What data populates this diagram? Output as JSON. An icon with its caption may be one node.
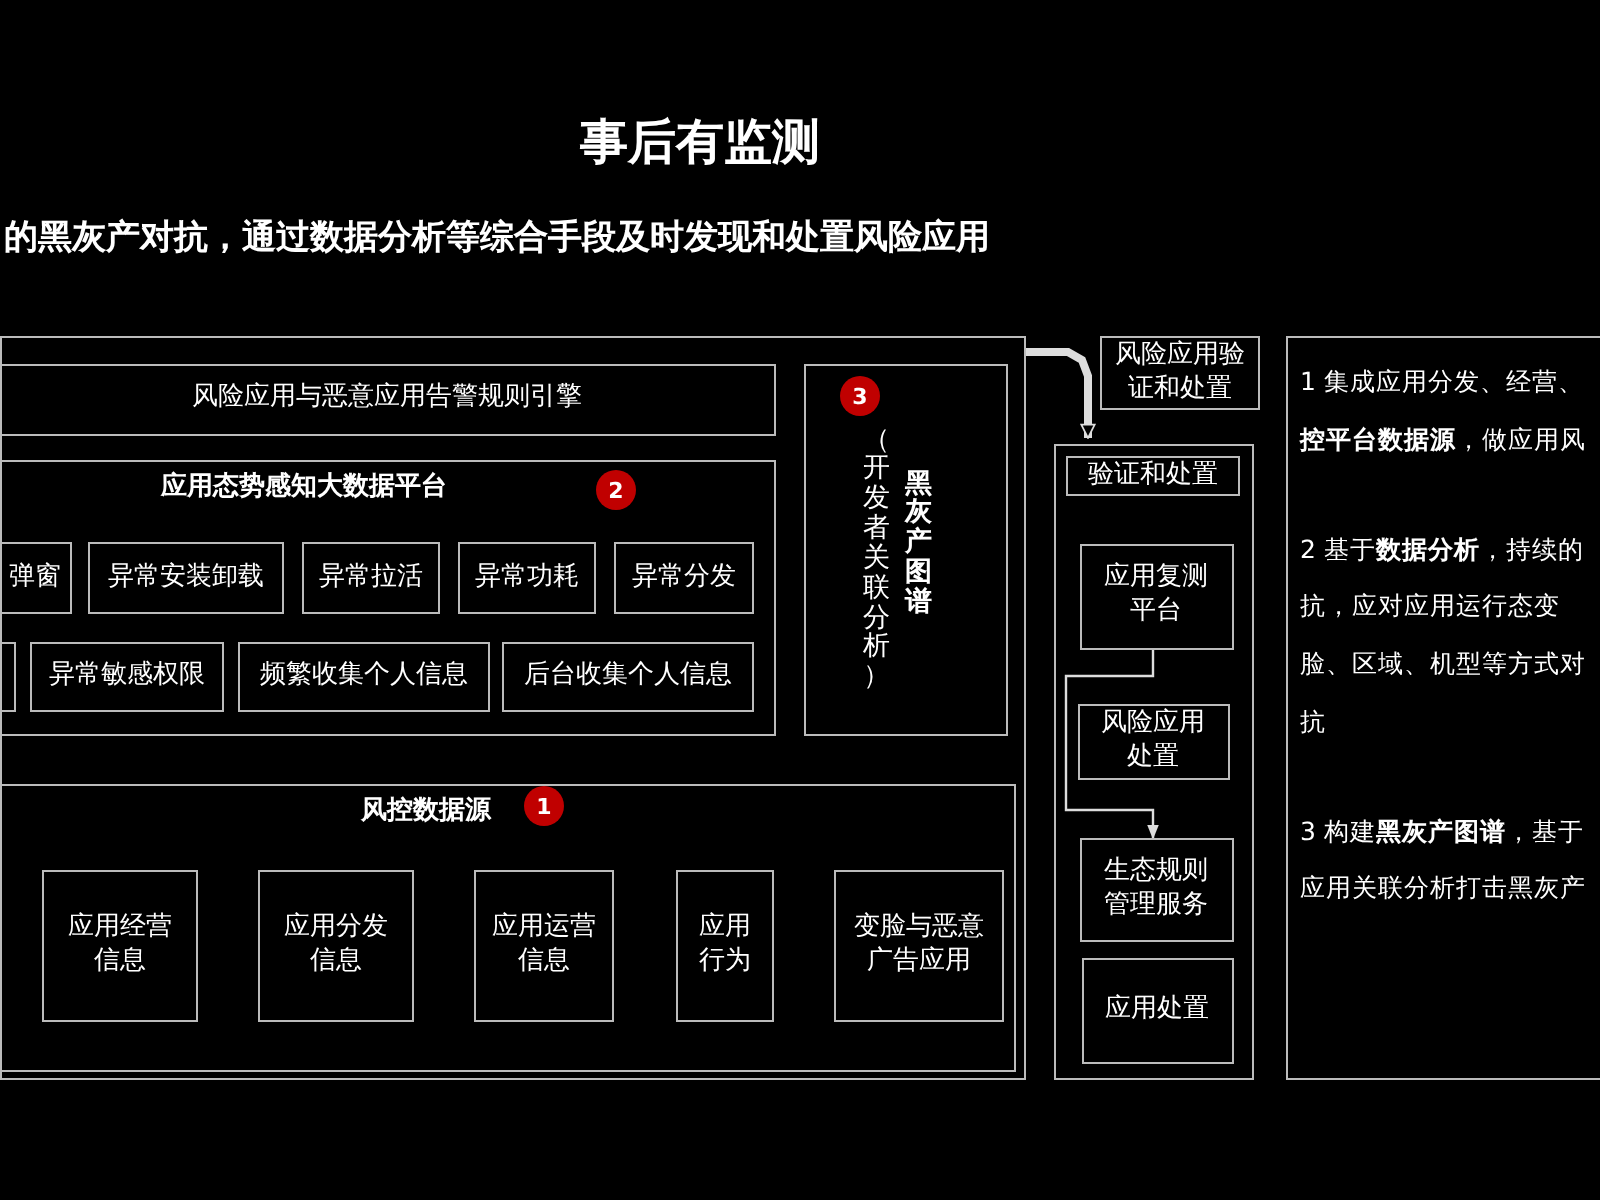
{
  "diagram": {
    "title": "事后有监测",
    "nodes": [
      {
        "text": [],
        "shape": "box"
      },
      {
        "text": [
          "风险应用与恶意应用告警规则引擎"
        ],
        "in": 0
      },
      {
        "text": [
          "应用态势感知大数据平台"
        ],
        "in": 0
      },
      {
        "text": [
          "弹窗"
        ],
        "in": 2
      },
      {
        "text": [
          "异常安装卸载"
        ],
        "in": 2
      },
      {
        "text": [
          "异常拉活"
        ],
        "in": 2
      },
      {
        "text": [
          "异常功耗"
        ],
        "in": 2
      },
      {
        "text": [
          "异常分发"
        ],
        "in": 2
      },
      {
        "text": [],
        "shape": "box",
        "in": 2
      },
      {
        "text": [
          "异常敏感权限"
        ],
        "in": 2
      },
      {
        "text": [
          "频繁收集个人信息"
        ],
        "in": 2
      },
      {
        "text": [
          "后台收集个人信息"
        ],
        "in": 2
      },
      {
        "text": [
          "（开发者关联分析）",
          "黑灰产图谱"
        ],
        "in": 0
      },
      {
        "text": [
          "风控数据源"
        ],
        "in": 0
      },
      {
        "text": [
          "应用经营信息"
        ],
        "in": 13
      },
      {
        "text": [
          "应用分发信息"
        ],
        "in": 13
      },
      {
        "text": [
          "应用运营信息"
        ],
        "in": 13
      },
      {
        "text": [
          "应用行为"
        ],
        "in": 13
      },
      {
        "text": [
          "变脸与恶意广告应用"
        ],
        "in": 13
      },
      {
        "text": [
          "风险应用验证和处置"
        ]
      },
      {
        "text": [
          "验证和处置"
        ]
      },
      {
        "text": [
          "应用复测平台"
        ],
        "in": 20
      },
      {
        "text": [
          "风险应用处置"
        ],
        "in": 20
      },
      {
        "text": [
          "生态规则管理服务"
        ],
        "in": 20
      },
      {
        "text": [
          "应用处置"
        ],
        "in": 20
      },
      {
        "text": [
          "1 集成应用分发、经营、**控平台数据源**，做应用风",
          "2 基于**数据分析**，持续的抗，应对应用运行态变脸、区域、机型等方式对抗",
          "3 构建**黑灰产图谱**，基于应用关联分析打击黑灰产"
        ]
      }
    ],
    "edges": [
      {
        "from": 0,
        "to": 20,
        "arrow": "to",
        "style": "thick"
      },
      {
        "from": 21,
        "to": 23,
        "arrow": "to"
      }
    ],
    "labels": [
      "的黑灰产对抗，通过数据分析等综合手段及时发现和处置风险应用",
      "3",
      "2",
      "1"
    ]
  }
}
